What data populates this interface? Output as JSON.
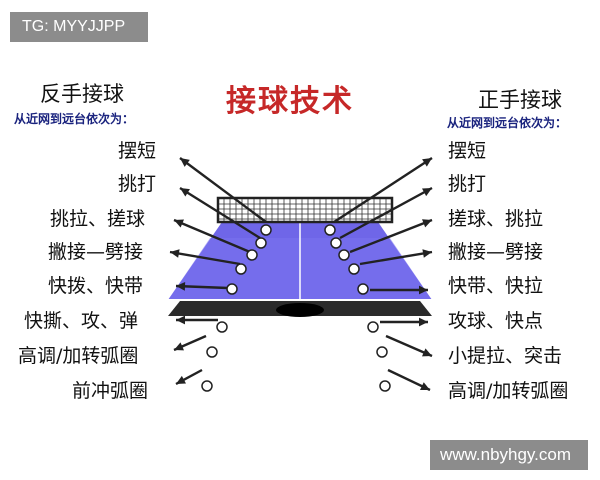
{
  "watermarks": {
    "top": "TG: MYYJJPP",
    "bottom": "www.nbyhgy.com"
  },
  "title": "接球技术",
  "backhand": {
    "heading": "反手接球",
    "subheading": "从近网到远台依次为：",
    "items": [
      "摆短",
      "挑打",
      "挑拉、搓球",
      "撇接—劈接",
      "快拨、快带",
      "快撕、攻、弹",
      "高调/加转弧圈",
      "前冲弧圈"
    ]
  },
  "forehand": {
    "heading": "正手接球",
    "subheading": "从近网到远台依次为：",
    "items": [
      "摆短",
      "挑打",
      "搓球、挑拉",
      "撇接—劈接",
      "快带、快拉",
      "攻球、快点",
      "小提拉、突击",
      "高调/加转弧圈"
    ]
  },
  "colors": {
    "table": "#6f66e8",
    "title": "#c62828",
    "watermark": "#8c8c8c",
    "edge": "#444444"
  }
}
